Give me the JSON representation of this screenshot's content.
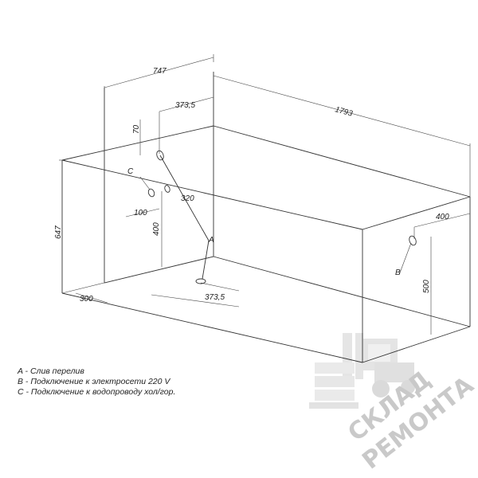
{
  "dimensions": {
    "width_top": "747",
    "length": "1793",
    "drain_x": "373,5",
    "drain_z": "70",
    "water_y": "100",
    "drain_diag": "320",
    "water_h": "400",
    "height": "647",
    "front_offset": "300",
    "floor_x": "373,5",
    "power_x": "400",
    "power_h": "500"
  },
  "labels": {
    "a": "A",
    "b": "B",
    "c": "C"
  },
  "legend": {
    "a": "A - Слив перелив",
    "b": "B - Подключение к электросети 220 V",
    "c": "C - Подключение к водопроводу хол/гор."
  },
  "watermark": {
    "line1": "СКЛАД",
    "line2": "РЕМОНТА"
  }
}
